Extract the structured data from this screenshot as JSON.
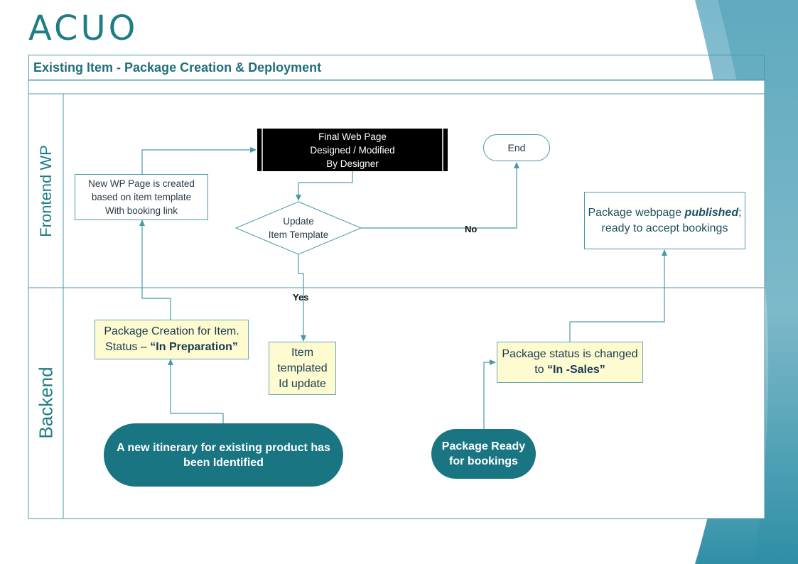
{
  "logo": "ACUO",
  "title": "Existing Item - Package Creation & Deployment",
  "lanes": {
    "frontend": "Frontend WP",
    "backend": "Backend"
  },
  "nodes": {
    "final_web_page": [
      "Final Web Page",
      "Designed / Modified",
      "By Designer"
    ],
    "end": "End",
    "new_wp_page": [
      "New WP Page is created",
      "based on item template",
      "With booking link"
    ],
    "update_template": [
      "Update",
      "Item Template"
    ],
    "package_published": {
      "line1_pre": "Package webpage ",
      "line1_em": "published",
      "line1_post": ";",
      "line2": "ready to accept bookings"
    },
    "package_creation": {
      "line1": "Package Creation for Item.",
      "line2_pre": "Status – ",
      "line2_em": "“In Preparation”"
    },
    "item_templated": [
      "Item",
      "templated",
      "Id update"
    ],
    "package_status": {
      "line1": "Package status is changed",
      "line2_pre": "to ",
      "line2_em": "“In -Sales”"
    },
    "new_itinerary": [
      "A new itinerary for existing  product has",
      "been Identified"
    ],
    "package_ready": [
      "Package Ready",
      "for bookings"
    ]
  },
  "edge_labels": {
    "no": "No",
    "yes": "Yes"
  },
  "colors": {
    "teal": "#1a7582",
    "border": "#4a9aa6",
    "yellow": "#fefbd0",
    "dark": "#000000"
  }
}
